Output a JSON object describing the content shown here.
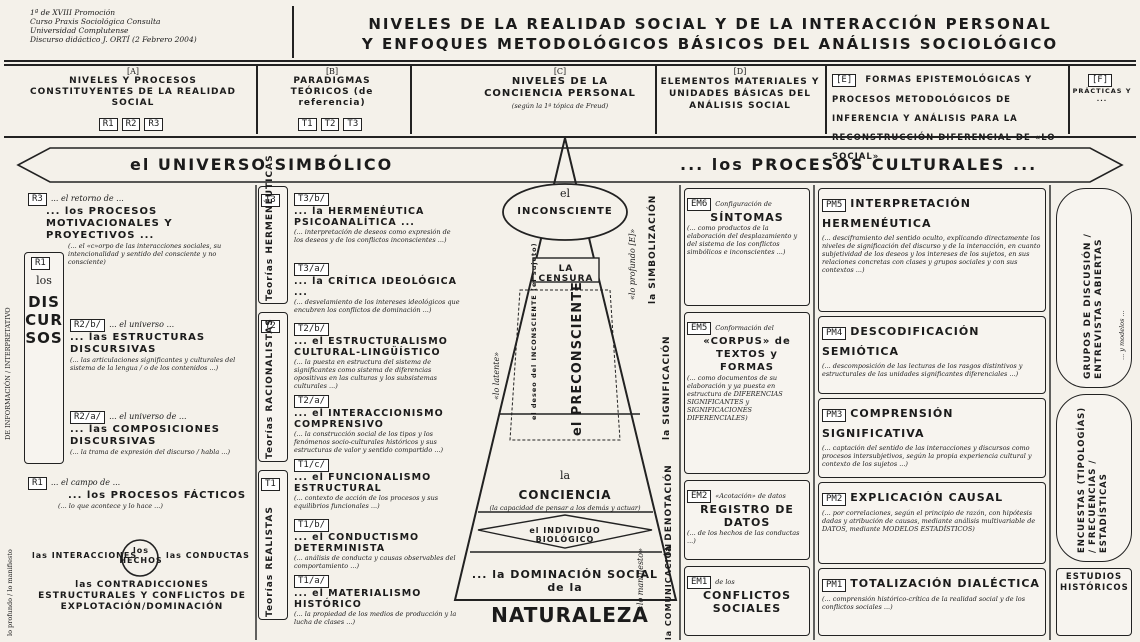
{
  "header": {
    "note": [
      "1ª de XVIII Promoción",
      "Curso Praxis Sociológica Consulta",
      "Universidad Complutense",
      "Discurso didáctico J. ORTÍ (2 Febrero 2004)"
    ],
    "title_line1": "NIVELES DE LA REALIDAD SOCIAL Y DE LA INTERACCIÓN PERSONAL",
    "title_line2": "Y ENFOQUES METODOLÓGICOS BÁSICOS DEL ANÁLISIS SOCIOLÓGICO"
  },
  "columns": {
    "a": {
      "tag": "[A]",
      "text": "NIVELES Y PROCESOS CONSTITUYENTES DE LA REALIDAD SOCIAL",
      "codes": [
        "R1",
        "R2",
        "R3"
      ]
    },
    "b": {
      "tag": "[B]",
      "text": "PARADIGMAS TEÓRICOS (de referencia)",
      "codes": [
        "T1",
        "T2",
        "T3"
      ]
    },
    "c": {
      "tag": "[C]",
      "text": "NIVELES DE LA CONCIENCIA PERSONAL",
      "note": "(según la 1ª tópica de Freud)"
    },
    "d": {
      "tag": "[D]",
      "text": "ELEMENTOS MATERIALES Y UNIDADES BÁSICAS DEL ANÁLISIS SOCIAL"
    },
    "e": {
      "tag": "[E]",
      "text": "FORMAS EPISTEMOLÓGICAS Y PROCESOS METODOLÓGICOS DE INFERENCIA Y ANÁLISIS PARA LA RECONSTRUCCIÓN DIFERENCIAL DE «LO SOCIAL»"
    },
    "f": {
      "tag": "[F]",
      "text": "PRÁCTICAS Y ..."
    }
  },
  "banner": {
    "left": "el UNIVERSO SIMBÓLICO",
    "right": "... los PROCESOS CULTURALES ..."
  },
  "left_side": {
    "vertical_note": "DE INFORMACIÓN / INTERPRETATIVO",
    "discursos_label": "los",
    "discursos": "DISCURSOS",
    "r1_badge": "R1",
    "bottom_note": "lo profundo / lo manifiesto"
  },
  "r3": {
    "badge": "R3",
    "lead": "... el retorno de ...",
    "title": "... los PROCESOS MOTIVACIONALES Y PROYECTIVOS ...",
    "desc": "(... el «c»orpo de las interacciones sociales, su intencionalidad y sentido del consciente y no consciente)"
  },
  "r2b": {
    "badge": "R2/b/",
    "lead": "... el universo ...",
    "title": "... las ESTRUCTURAS DISCURSIVAS",
    "desc": "(... las articulaciones significantes y culturales del sistema de la lengua / o de los contenidos ...)"
  },
  "r2a": {
    "badge": "R2/a/",
    "lead": "... el universo de ...",
    "title": "... las COMPOSICIONES DISCURSIVAS",
    "desc": "(... la trama de expresión del discurso / habla ...)"
  },
  "r1": {
    "badge": "R1",
    "lead": "... el campo de ...",
    "title": "... los PROCESOS FÁCTICOS",
    "desc": "(... lo que acontece y lo hace ...)"
  },
  "hechos": {
    "left": "las INTERACCIONES",
    "center": "los HECHOS",
    "right": "las CONDUCTAS",
    "title": "las CONTRADICCIONES ESTRUCTURALES Y CONFLICTOS DE EXPLOTACIÓN/DOMINACIÓN"
  },
  "t_labels": {
    "t3": "T3",
    "t3_vert": "Teorías HERMENÉUTICAS",
    "t2": "T2",
    "t2_vert": "Teorías RACIONALISTAS",
    "t1": "T1",
    "t1_vert": "Teorías REALISTAS"
  },
  "paradigms": [
    {
      "badge": "T3/b/",
      "title": "... la HERMENÉUTICA PSICOANALÍTICA ...",
      "desc": "(... interpretación de deseos como expresión de los deseos y de los conflictos inconscientes ...)"
    },
    {
      "badge": "T3/a/",
      "title": "... la CRÍTICA IDEOLÓGICA ...",
      "desc": "(... desvelamiento de los intereses ideológicos que encubren los conflictos de dominación ...)"
    },
    {
      "badge": "T2/b/",
      "title": "... el ESTRUCTURALISMO CULTURAL-LINGÜÍSTICO",
      "desc": "(... la puesta en estructura del sistema de significantes como sistema de diferencias opositivas en las culturas y los subsistemas culturales ...)"
    },
    {
      "badge": "T2/a/",
      "title": "... el INTERACCIONISMO COMPRENSIVO",
      "desc": "(... la construcción social de los tipos y los fenómenos socio-culturales históricos y sus estructuras de valor y sentido compartido ...)"
    },
    {
      "badge": "T1/c/",
      "title": "... el FUNCIONALISMO ESTRUCTURAL",
      "desc": "(... contexto de acción de los procesos y sus equilibrios funcionales ...)"
    },
    {
      "badge": "T1/b/",
      "title": "... el CONDUCTISMO DETERMINISTA",
      "desc": "(... análisis de conducta y causas observables del comportamiento ...)"
    },
    {
      "badge": "T1/a/",
      "title": "... el MATERIALISMO HISTÓRICO",
      "desc": "(... la propiedad de los medios de producción y la lucha de clases ...)"
    }
  ],
  "pyramid": {
    "top": "el",
    "inconsciente": "INCONSCIENTE",
    "censura": "LA CENSURA",
    "preconsciente": "el PRECONSCIENTE",
    "inner": "el deseo del INCONSCIENTE (el sujeto)",
    "latente": "«lo latente»",
    "profundo": "«lo profundo [E]»",
    "simbolizacion": "la SIMBOLIZACIÓN",
    "significacion": "la SIGNIFICACIÓN",
    "la": "la",
    "conciencia": "CONCIENCIA",
    "conciencia_note": "(la capacidad de pensar a los demás y actuar)",
    "individuo": "el INDIVIDUO BIOLÓGICO",
    "dominacion": "... la DOMINACIÓN SOCIAL de la",
    "naturaleza": "NATURALEZA",
    "manifiesto": "«lo manifiesto»",
    "denotacion": "la DENOTACIÓN",
    "comunicacion": "la COMUNICACIÓN"
  },
  "units": [
    {
      "badge": "EM6",
      "lead": "Configuración de",
      "title": "SÍNTOMAS",
      "desc": "(... como productos de la elaboración del desplazamiento y del sistema de los conflictos simbólicos e inconscientes ...)"
    },
    {
      "badge": "EM5",
      "lead": "Conformación del",
      "title": "«CORPUS» de TEXTOS y FORMAS",
      "desc": "(... como documentos de su elaboración y ya puesta en estructura de DIFERENCIAS SIGNIFICANTES y SIGNIFICACIONES DIFERENCIALES)"
    },
    {
      "badge": "EM2",
      "lead": "«Acotación» de datos",
      "title": "REGISTRO DE DATOS",
      "desc": "(... de los hechos de las conductas ...)"
    },
    {
      "badge": "EM1",
      "lead": "de los",
      "title": "CONFLICTOS SOCIALES",
      "desc": ""
    }
  ],
  "methods": [
    {
      "badge": "PM5",
      "title": "INTERPRETACIÓN HERMENÉUTICA",
      "desc": "(... desciframiento del sentido oculto, explicando directamente los niveles de significación del discurso y de la interacción, en cuanto subjetividad de los deseos y los intereses de los sujetos, en sus relaciones concretas con clases y grupos sociales y con sus contextos ...)"
    },
    {
      "badge": "PM4",
      "title": "DESCODIFICACIÓN SEMIÓTICA",
      "desc": "(... descomposición de las lecturas de los rasgos distintivos y estructurales de las unidades significantes diferenciales ...)"
    },
    {
      "badge": "PM3",
      "title": "COMPRENSIÓN SIGNIFICATIVA",
      "desc": "(... captación del sentido de las interacciones y discursos como procesos intersubjetivos, según la propia experiencia cultural y contexto de los sujetos ...)"
    },
    {
      "badge": "PM2",
      "title": "EXPLICACIÓN CAUSAL",
      "desc": "(... por correlaciones, según el principio de razón, con hipótesis dadas y atribución de causas, mediante análisis multivariable de DATOS, mediante MODELOS ESTADÍSTICOS)"
    },
    {
      "badge": "PM1",
      "title": "TOTALIZACIÓN DIALÉCTICA",
      "desc": "(... comprensión histórico-crítica de la realidad social y de los conflictos sociales ...)"
    }
  ],
  "practices": {
    "grupos": "GRUPOS DE DISCUSIÓN / ENTREVISTAS ABIERTAS",
    "modelos": "... y modelos ...",
    "encuestas": "ENCUESTAS (TIPOLOGÍAS) / FRECUENCIAS / ESTADÍSTICAS",
    "estudios": "ESTUDIOS HISTÓRICOS"
  }
}
